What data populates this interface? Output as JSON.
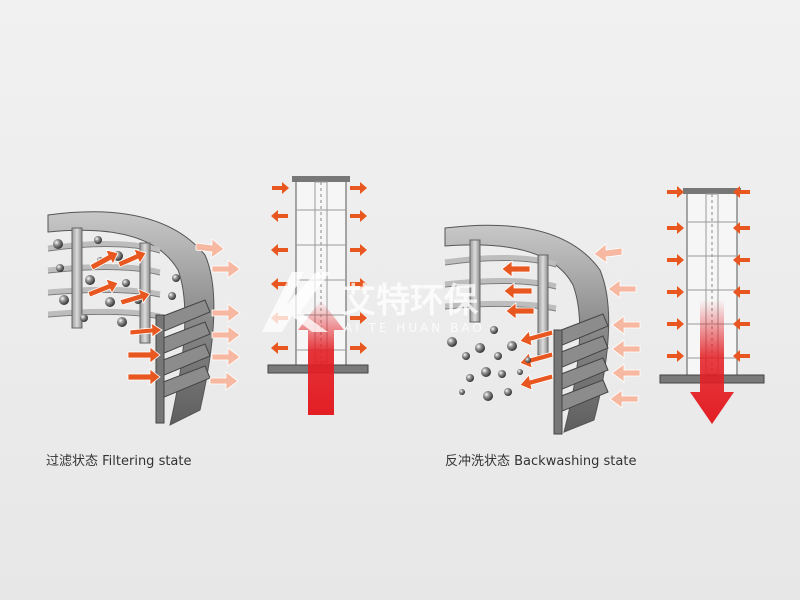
{
  "captions": {
    "filtering": "过滤状态 Filtering state",
    "backwashing": "反冲洗状态 Backwashing state"
  },
  "watermark": {
    "cn": "艾特环保",
    "en": "AI TE HUAN BAO"
  },
  "colors": {
    "background": "#ececec",
    "flow_arrow": "#e8571f",
    "flow_arrow_light": "#f6b8a0",
    "core_flow": "#e31e24",
    "wire": "#8a8a8a"
  }
}
